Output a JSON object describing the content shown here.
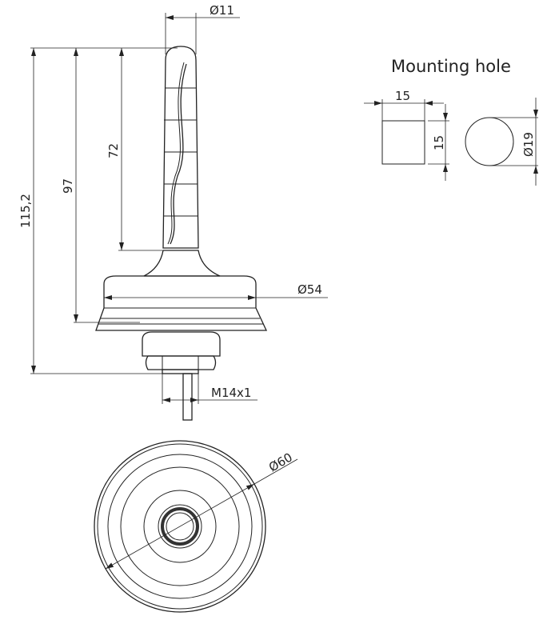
{
  "side_view": {
    "dim_tip_diameter": "Ø11",
    "dim_total_height": "115,2",
    "dim_height_to_mount": "97",
    "dim_rod_length": "72",
    "dim_base_diameter": "Ø54",
    "dim_thread": "M14x1"
  },
  "mounting_hole": {
    "title": "Mounting hole",
    "square_width": "15",
    "square_height": "15",
    "round_diameter": "Ø19"
  },
  "bottom_view": {
    "dim_outer_diameter": "Ø60"
  }
}
